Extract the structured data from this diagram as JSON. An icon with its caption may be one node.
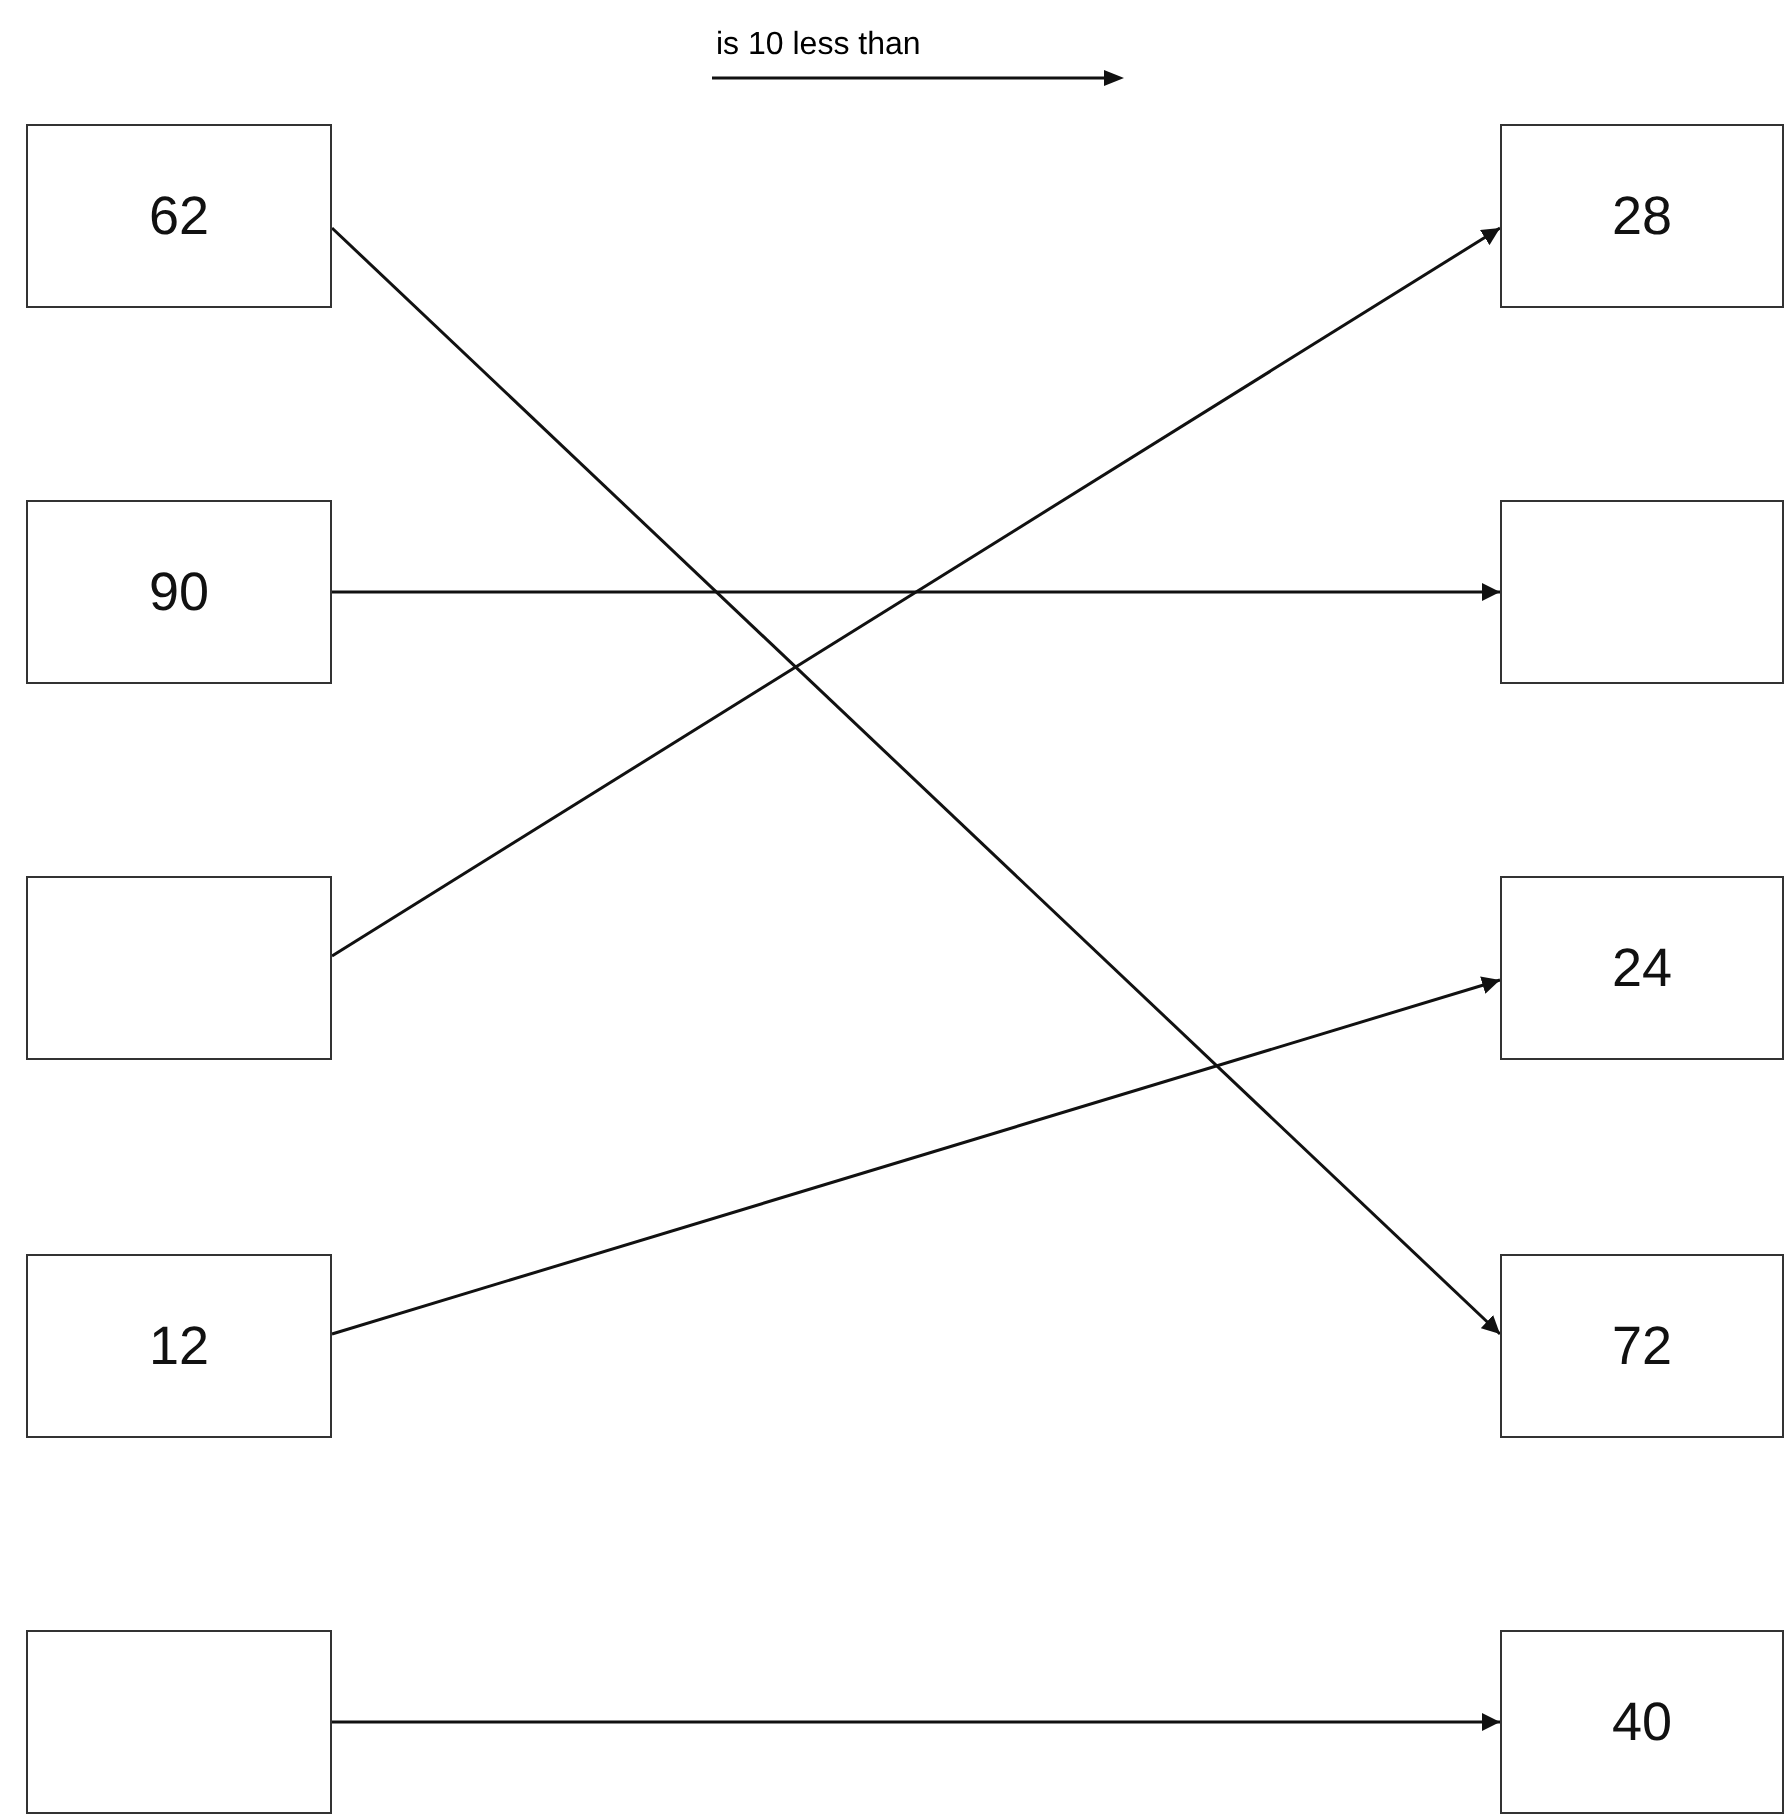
{
  "diagram": {
    "nodes": [
      {
        "text": [
          "62"
        ]
      },
      {
        "text": [
          "28"
        ]
      },
      {
        "text": [
          "90"
        ]
      },
      {
        "text": [],
        "shape": "box"
      },
      {
        "text": [],
        "shape": "box"
      },
      {
        "text": [
          "24"
        ]
      },
      {
        "text": [
          "12"
        ]
      },
      {
        "text": [
          "72"
        ]
      },
      {
        "text": [],
        "shape": "box"
      },
      {
        "text": [
          "40"
        ]
      }
    ],
    "edges": [
      {
        "from": 0,
        "to": 7,
        "arrow": "to"
      },
      {
        "from": 2,
        "to": 3,
        "arrow": "to"
      },
      {
        "from": 4,
        "to": 1,
        "arrow": "to"
      },
      {
        "from": 6,
        "to": 5,
        "arrow": "to"
      },
      {
        "from": 8,
        "to": 9,
        "arrow": "to"
      }
    ],
    "labels": [
      "is 10 less than"
    ]
  }
}
